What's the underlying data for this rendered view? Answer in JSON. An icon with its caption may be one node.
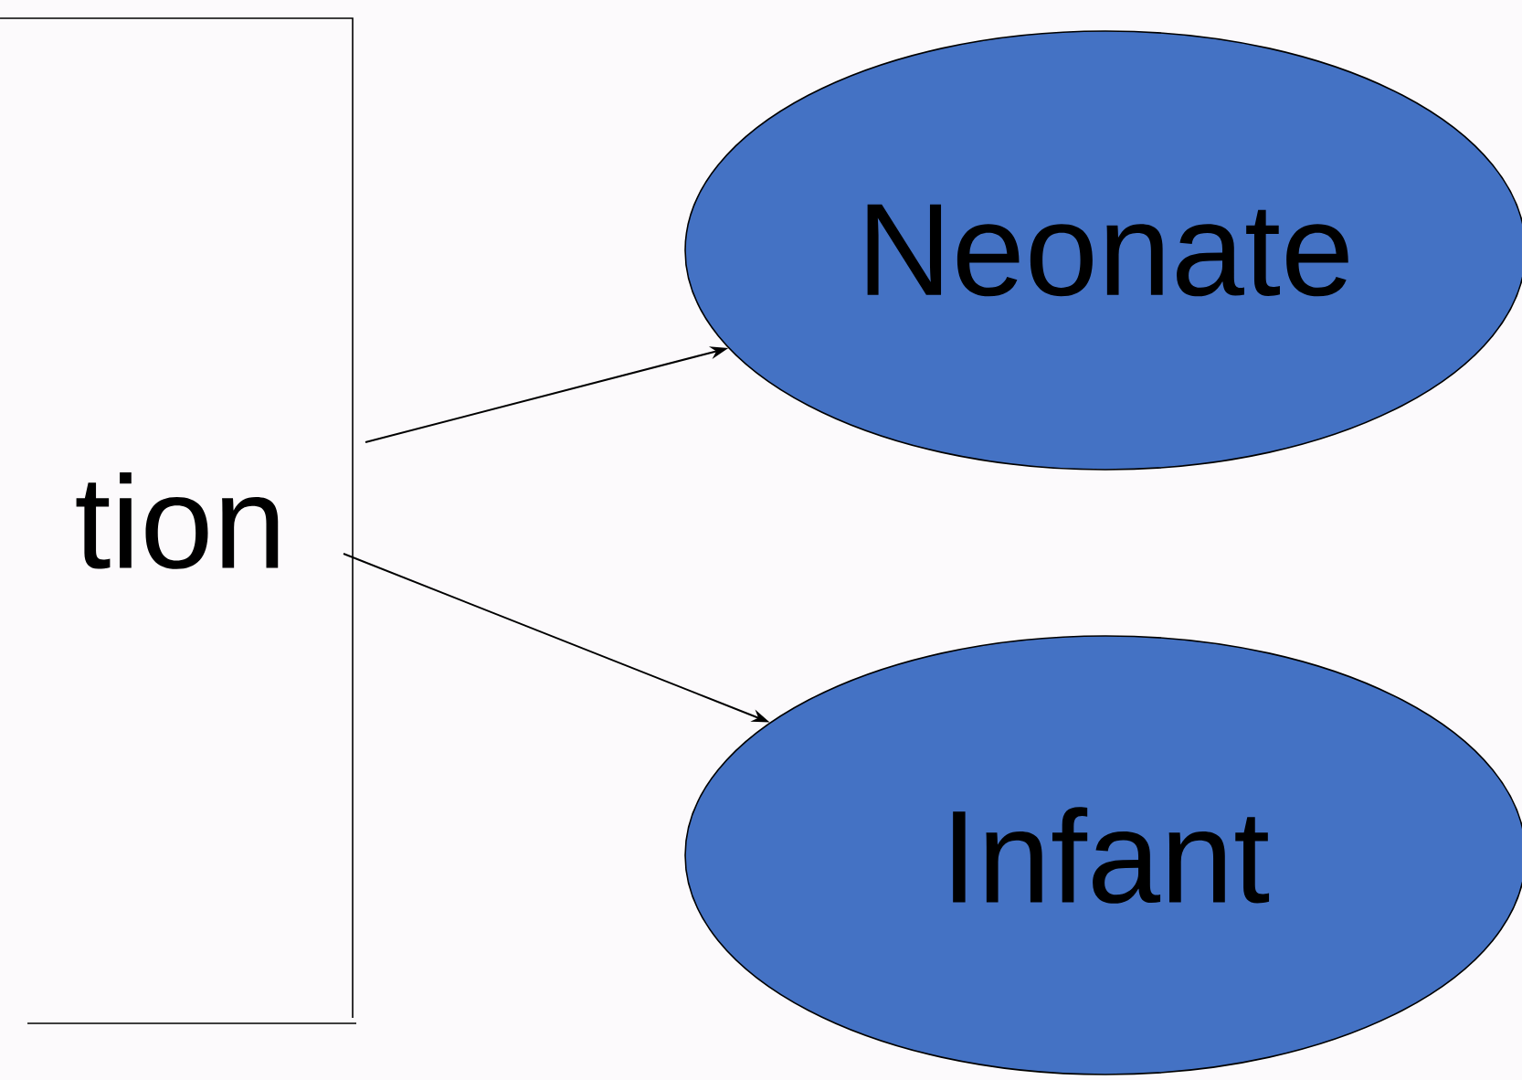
{
  "diagram": {
    "nodes": [
      {
        "text": [
          "tion"
        ]
      },
      {
        "text": [
          "Neonate"
        ]
      },
      {
        "text": [
          "Infant"
        ]
      }
    ],
    "edges": [
      {
        "from": 0,
        "to": 1,
        "arrow": "to"
      },
      {
        "from": 0,
        "to": 2,
        "arrow": "to"
      }
    ]
  }
}
